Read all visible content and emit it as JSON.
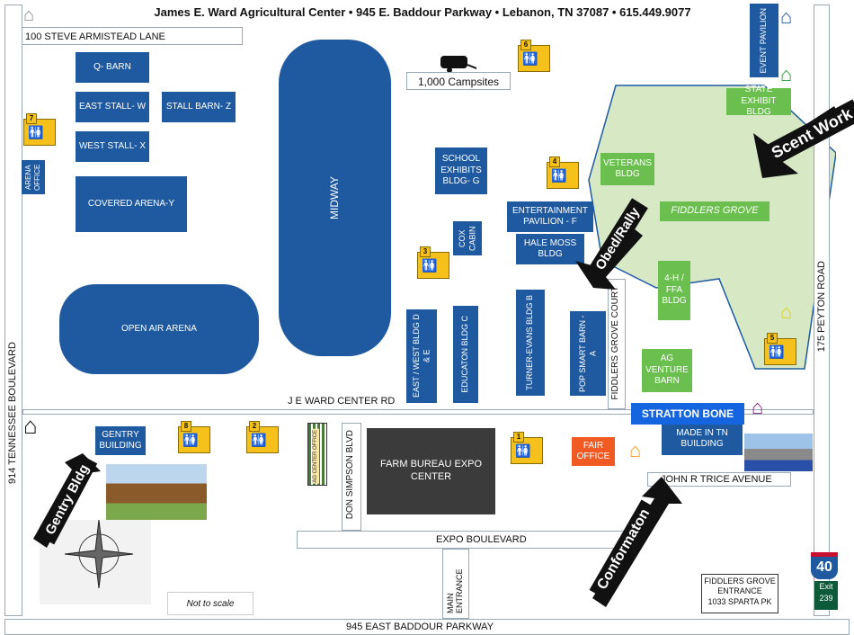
{
  "header": {
    "title": "James E. Ward Agricultural Center • 945 E. Baddour Parkway • Lebanon, TN 37087 • 615.449.9077"
  },
  "roads": {
    "steve_armistead": "100 STEVE ARMISTEAD LANE",
    "tennessee_blvd": "914 TENNESSEE BOULEVARD",
    "peyton_road": "175 PEYTON ROAD",
    "je_ward_center_rd": "J E WARD CENTER RD",
    "don_simpson_blvd": "DON SIMPSON BLVD",
    "expo_blvd": "EXPO BOULEVARD",
    "main_entrance": "MAIN ENTRANCE",
    "john_r_trice": "JOHN R TRICE AVENUE",
    "fiddlers_grove_court": "FIDDLERS GROVE COURT",
    "baddour": "945 EAST BADDOUR PARKWAY"
  },
  "buildings": {
    "q_barn": "Q- BARN",
    "east_stall": "EAST STALL- W",
    "stall_barn_z": "STALL BARN- Z",
    "west_stall": "WEST STALL- X",
    "covered_arena": "COVERED ARENA-Y",
    "arena_office": "ARENA OFFICE",
    "midway": "MIDWAY",
    "open_air_arena": "OPEN AIR ARENA",
    "school_exhibits": "SCHOOL EXHIBITS BLDG- G",
    "entertainment": "ENTERTAINMENT PAVILION - F",
    "hale_moss": "HALE MOSS BLDG",
    "cox_cabin": "COX CABIN",
    "east_west": "EAST / WEST BLDG D & E",
    "education": "EDUCATON BLDG C",
    "turner_evans": "TURNER-EVANS BLDG B",
    "pop_smart": "POP SMART BARN - A",
    "gentry": "GENTRY BUILDING",
    "farm_bureau": "FARM BUREAU EXPO CENTER",
    "fair_office": "FAIR OFFICE",
    "made_in_tn": "MADE IN TN BUILDING",
    "event_pavilion": "EVENT PAVILION",
    "state_exhibit": "STATE EXHIBIT BLDG",
    "veterans": "VETERANS BLDG",
    "fiddlers_grove": "FIDDLERS GROVE",
    "four_h": "4-H / FFA BLDG",
    "ag_venture": "AG VENTURE BARN",
    "ag_center_office": "AG CENTER OFFICE"
  },
  "labels": {
    "campsites": "1,000 Campsites",
    "stratton_bone": "STRATTON BONE",
    "fiddlers_entrance": "FIDDLERS GROVE ENTRANCE",
    "fiddlers_address": "1033 SPARTA PK",
    "not_to_scale": "Not to scale",
    "interstate": "40",
    "exit": "Exit",
    "exit_num": "239"
  },
  "arrows": {
    "scent_work": "Scent Work",
    "obed_rally": "Obed/Rally",
    "gentry_bldg": "Gentry Bldg",
    "conformation": "Conformaton"
  },
  "restrooms": [
    "1",
    "2",
    "3",
    "4",
    "5",
    "6",
    "7",
    "8"
  ],
  "colors": {
    "building_blue": "#1f5aa1",
    "grove_green": "#6bbf4f",
    "restroom_yellow": "#f5c11a",
    "fair_office_orange": "#f15a22",
    "stratton_blue": "#1565e0"
  }
}
